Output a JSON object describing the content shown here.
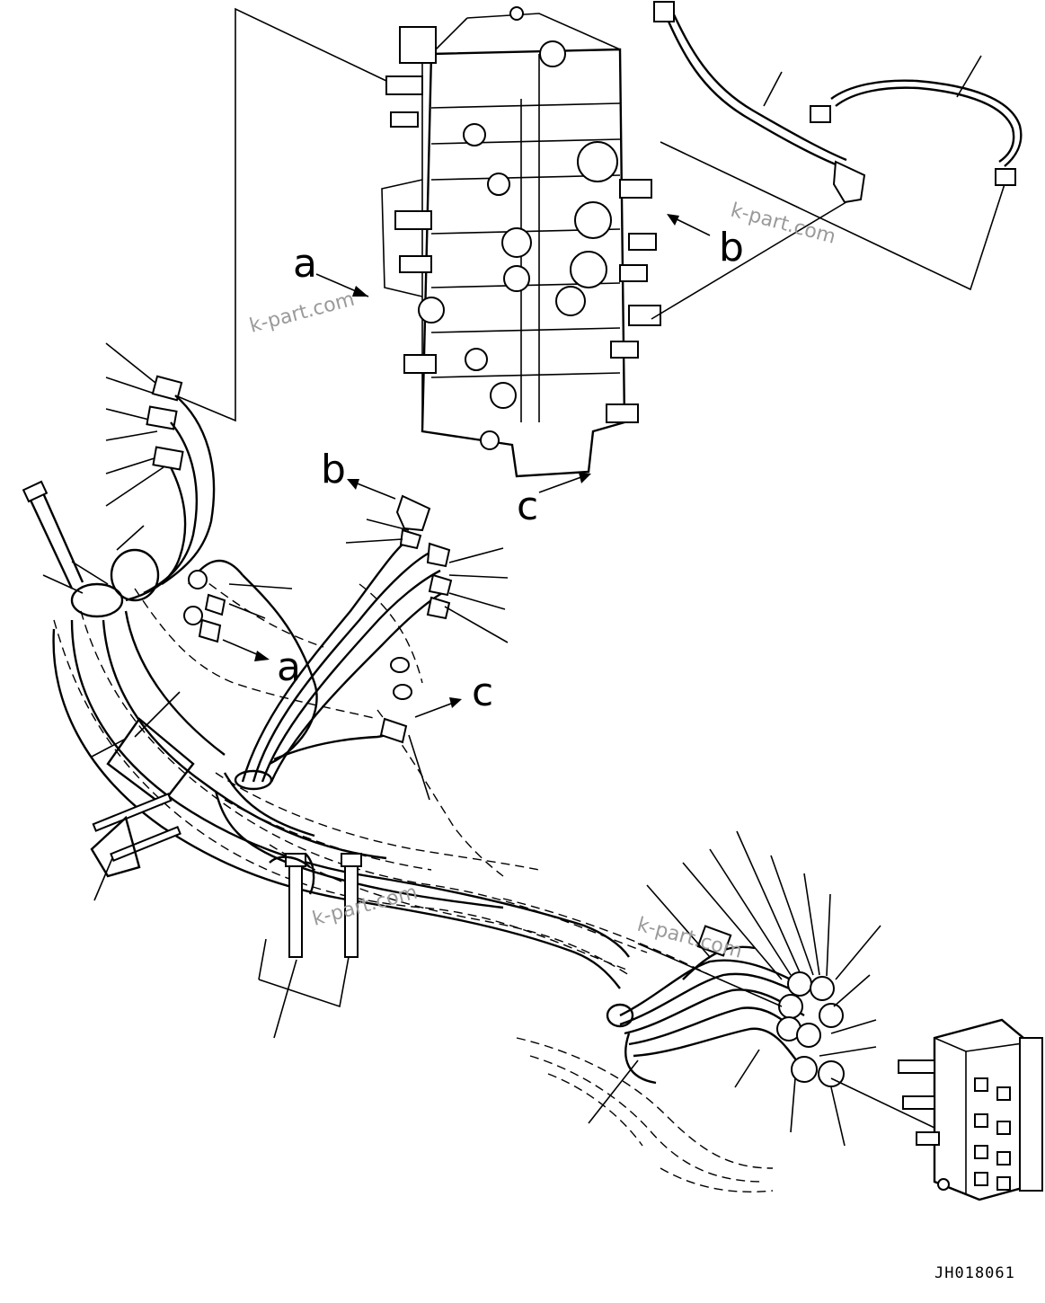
{
  "diagram": {
    "callouts": {
      "a_top": "a",
      "b_top": "b",
      "b_mid": "b",
      "c_mid": "c",
      "a_mid": "a",
      "c_low": "c"
    },
    "watermarks": [
      "k-part.com",
      "k-part.com",
      "k-part.com",
      "k-part.com"
    ],
    "drawing_code": "JH018061"
  }
}
